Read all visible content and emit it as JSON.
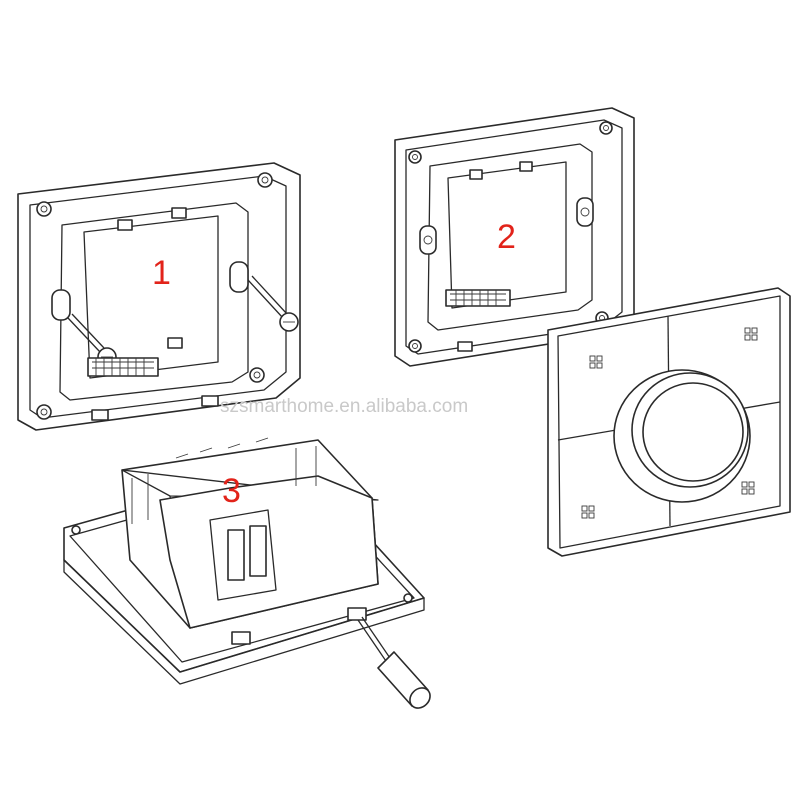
{
  "steps": [
    {
      "label": "1"
    },
    {
      "label": "2"
    },
    {
      "label": "3"
    }
  ],
  "watermark": "szsmarthome.en.alibaba.com",
  "colors": {
    "step_label": "#e2231a",
    "line": "#2a2a2a",
    "watermark": "#c9c9c9"
  }
}
